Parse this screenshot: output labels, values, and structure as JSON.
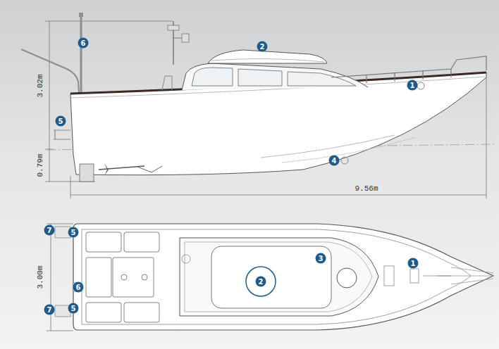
{
  "diagram": {
    "labels": [
      "6",
      "2",
      "3.02m",
      "1",
      "5",
      "4",
      "0.79m",
      "9.56m",
      "7",
      "5",
      "3",
      "1",
      "3.00m",
      "2",
      "6",
      "7",
      "5"
    ]
  }
}
